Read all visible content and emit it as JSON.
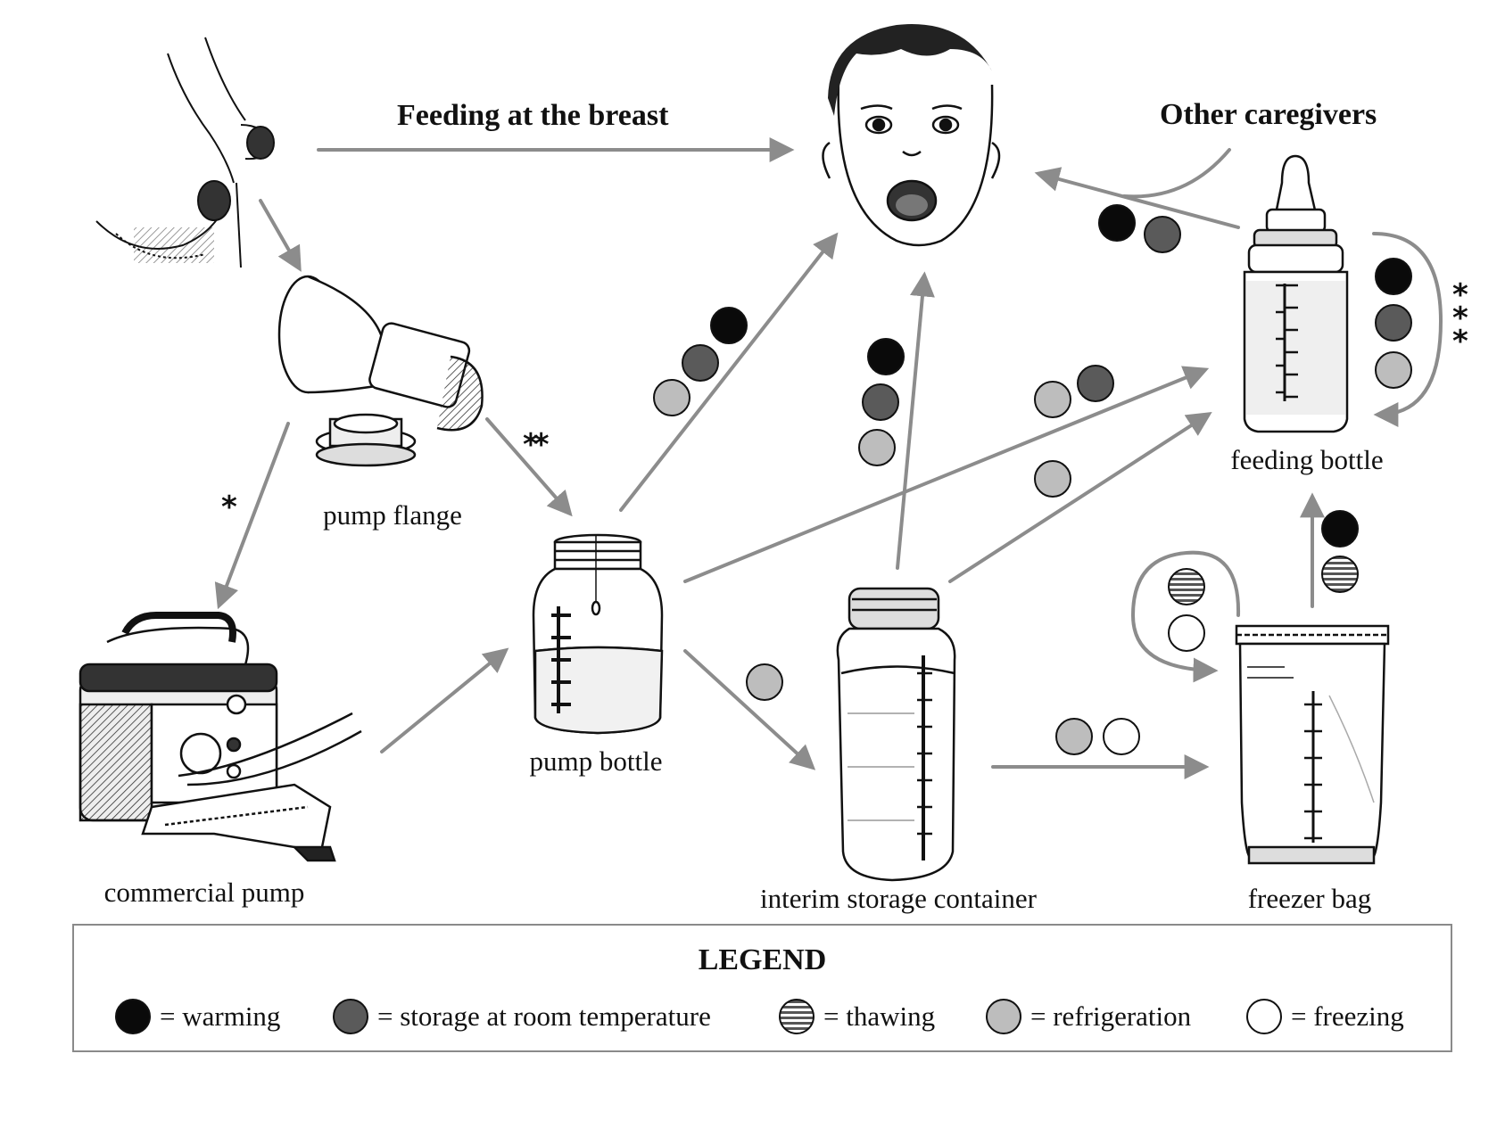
{
  "colors": {
    "warming": "#0a0a0a",
    "room_temperature": "#5a5a5a",
    "refrigeration": "#bdbdbd",
    "freezing": "#ffffff",
    "arrow": "#8c8c8c"
  },
  "labels": {
    "feeding_at_breast": "Feeding at the breast",
    "other_caregivers": "Other caregivers",
    "pump_flange": "pump flange",
    "commercial_pump": "commercial pump",
    "pump_bottle": "pump bottle",
    "interim_storage": "interim storage container",
    "freezer_bag": "freezer bag",
    "feeding_bottle": "feeding bottle"
  },
  "stars": {
    "single": "*",
    "double": "**",
    "triple": "***"
  },
  "legend": {
    "title": "LEGEND",
    "items": [
      {
        "key": "warming",
        "text": "= warming",
        "style": "solid"
      },
      {
        "key": "room_temperature",
        "text": "= storage at room temperature",
        "style": "solid"
      },
      {
        "key": "thawing",
        "text": "= thawing",
        "style": "striped"
      },
      {
        "key": "refrigeration",
        "text": "= refrigeration",
        "style": "solid"
      },
      {
        "key": "freezing",
        "text": "= freezing",
        "style": "solid"
      }
    ]
  },
  "icons": [
    "breast-icon",
    "baby-face-icon",
    "pump-flange-icon",
    "commercial-pump-icon",
    "pump-bottle-icon",
    "storage-container-icon",
    "freezer-bag-icon",
    "feeding-bottle-icon"
  ]
}
